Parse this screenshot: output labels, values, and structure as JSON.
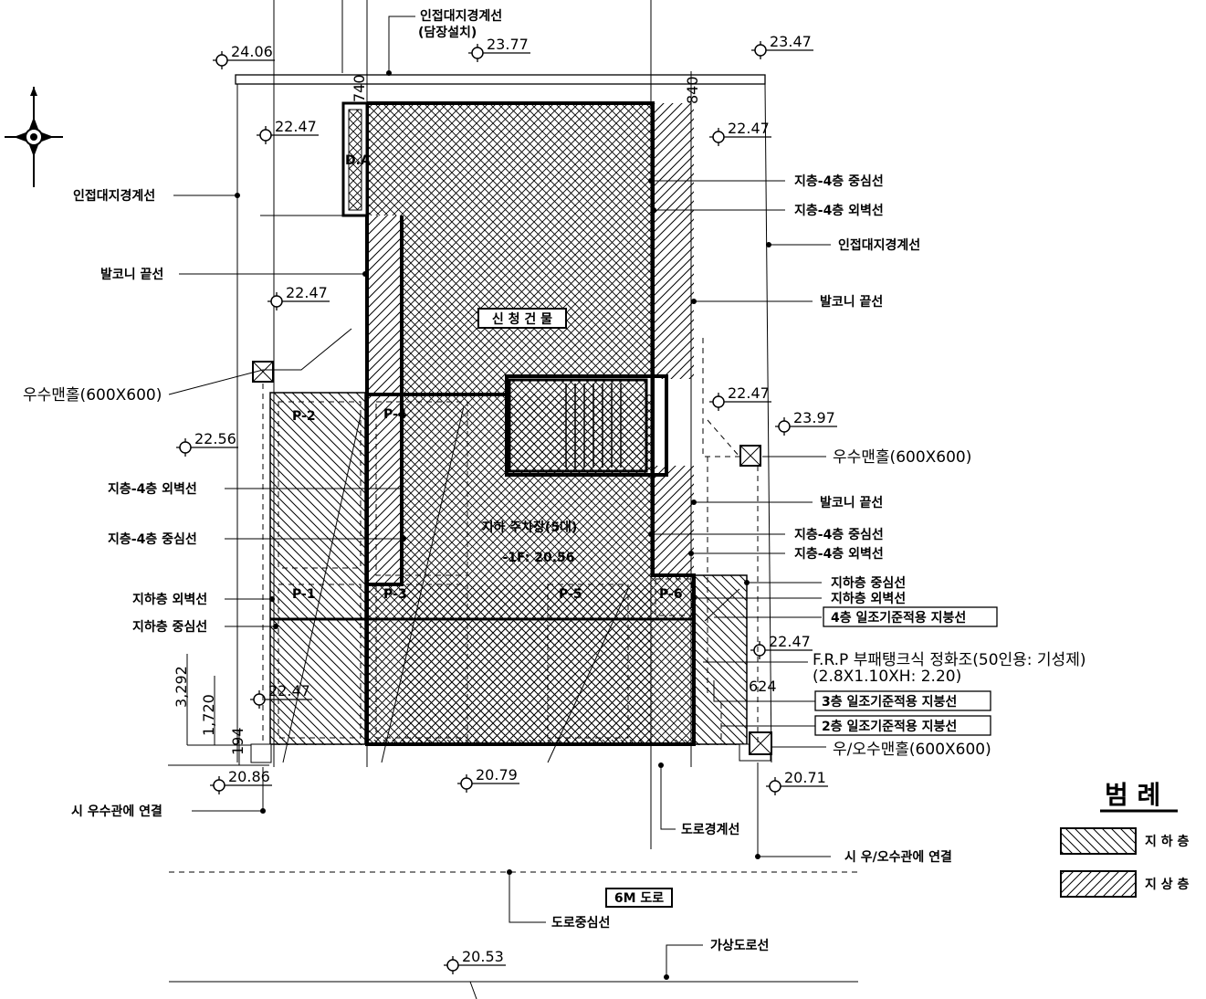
{
  "elevations": {
    "e1": "24.06",
    "e2": "23.77",
    "e3": "23.47",
    "e4": "22.47",
    "e5": "22.47",
    "e6": "22.47",
    "e7": "22.47",
    "e8": "23.97",
    "e9": "22.56",
    "e10": "22.47",
    "e11": "22.47",
    "e12": "20.86",
    "e13": "20.79",
    "e14": "20.71",
    "e15": "20.53"
  },
  "labels": {
    "top_boundary_1": "인접대지경계선",
    "top_boundary_2": "(담장설치)",
    "left_boundary": "인접대지경계선",
    "right_boundary": "인접대지경계선",
    "left_balcony": "발코니 끝선",
    "right_balcony_1": "발코니 끝선",
    "right_balcony_2": "발코니 끝선",
    "r_center_1": "지층-4층 중심선",
    "r_outer_1": "지층-4층 외벽선",
    "r_center_2": "지층-4층 중심선",
    "r_outer_2": "지층-4층 외벽선",
    "r_b_center": "지하층 중심선",
    "r_b_outer": "지하층 외벽선",
    "l_outer": "지층-4층 외벽선",
    "l_center": "지층-4층 중심선",
    "l_b_outer": "지하층 외벽선",
    "l_b_center": "지하층 중심선",
    "left_drain": "우수맨홀(600X600)",
    "right_drain": "우수맨홀(600X600)",
    "bottom_drain": "우/오수맨홀(600X600)",
    "box_4f": "4층 일조기준적용 지붕선",
    "box_3f": "3층 일조기준적용 지붕선",
    "box_2f": "2층 일조기준적용 지붕선",
    "frp_1": "F.R.P 부패탱크식 정화조(50인용: 기성제)",
    "frp_2": "(2.8X1.10XH: 2.20)",
    "city_rain": "시 우수관에 연결",
    "city_sewer": "시 우/오수관에 연결",
    "road_boundary": "도로경계선",
    "road_center": "도로중심선",
    "road_name": "6M 도로",
    "virtual_road": "가상도로선",
    "new_building": "신 청 건 물",
    "underground_parking": "지하 주차장(5대)",
    "underground_level": "-1F: 20.56",
    "do": "D.A",
    "p1": "P-1",
    "p2": "P-2",
    "p3": "P-3",
    "p4": "P-4",
    "p5": "P-5",
    "p6": "P-6"
  },
  "dimensions": {
    "d1": "3,292",
    "d2": "1,720",
    "d3": "194",
    "d4": "740",
    "d5": "840",
    "d6": "624"
  },
  "legend": {
    "title": "범 례",
    "underground": "지 하 층",
    "above_ground": "지 상 층"
  },
  "colors": {
    "line": "#000000",
    "background": "#ffffff"
  }
}
